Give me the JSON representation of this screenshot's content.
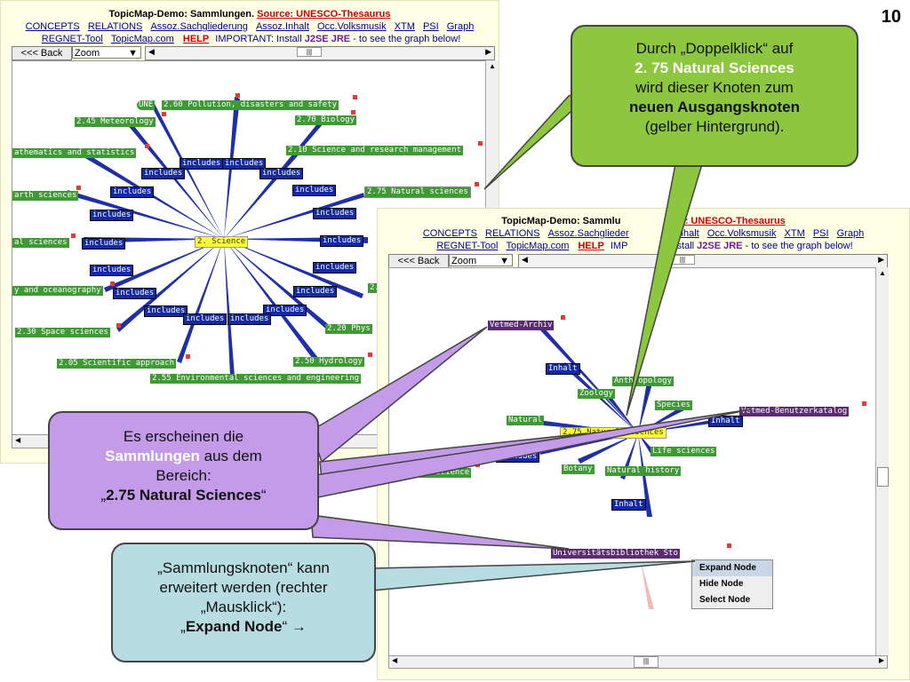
{
  "slide_number": "10",
  "header": {
    "title": "TopicMap-Demo: Sammlungen.",
    "source": "Source: UNESCO-Thesaurus",
    "nav": [
      "CONCEPTS",
      "RELATIONS",
      "Assoz.Sachgliederung",
      "Assoz.Inhalt",
      "Occ.Volksmusik",
      "XTM",
      "PSI",
      "Graph"
    ],
    "line2_links": [
      "REGNET-Tool",
      "TopicMap.com"
    ],
    "help": "HELP",
    "important": "IMPORTANT: Install",
    "j2se": "J2SE JRE",
    "important_tail": "- to see the graph below!"
  },
  "front_header": {
    "title": "TopicMap-Demo: Sammlu",
    "source": "ce: UNESCO-Thesaurus",
    "nav_left": [
      "CONCEPTS",
      "RELATIONS",
      "Assoz.Sachglieder"
    ],
    "nav_right": [
      "Inhalt",
      "Occ.Volksmusik",
      "XTM",
      "PSI",
      "Graph"
    ],
    "imp_left": "IMP",
    "imp_right": "Install",
    "j2se": "J2SE JRE",
    "imp_tail": "- to see the graph below!"
  },
  "toolbar": {
    "back_label": "<<< Back",
    "zoom_label": "Zoom",
    "scroll_grip": "|||"
  },
  "back_graph": {
    "center": "2. Science",
    "relation": "includes",
    "nodes": [
      "UNE",
      "2.60 Pollution, disasters and safety",
      "2.45 Meteorology",
      "2.70 Biology",
      "athematics and statistics",
      "2.10 Science and research management",
      "arth sciences",
      "2.75 Natural sciences",
      "al sciences",
      "y and oceanography",
      "2.30 Space sciences",
      "2.20 Phys",
      "2.05 Scientific approach",
      "2.50 Hydrology",
      "2.55 Environmental sciences and engineering",
      "2."
    ]
  },
  "front_graph": {
    "center": "2.75 Natural sciences",
    "nodes": {
      "vetmed_archiv": "Vetmed-Archiv",
      "inhalt1": "Inhalt",
      "zoology": "Zoology",
      "anthropology": "Anthropology",
      "species": "Species",
      "natural_partial": "Natural",
      "vetmed_benutzer": "Vetmed-Benutzerkatalog",
      "inhalt2": "Inhalt",
      "life_sciences": "Life sciences",
      "includes": "includes",
      "science": "2. Science",
      "botany": "Botany",
      "natural_history": "Natural history",
      "inhalt3": "Inhalt",
      "unibib": "Universitätsbibliothek Sto"
    }
  },
  "context_menu": {
    "items": [
      "Expand Node",
      "Hide Node",
      "Select Node"
    ]
  },
  "callouts": {
    "green": {
      "l1": "Durch „Doppelklick“ auf",
      "l2": "2. 75 Natural Sciences",
      "l3": "wird dieser Knoten zum",
      "l4": "neuen Ausgangsknoten",
      "l5": "(gelber Hintergrund)."
    },
    "purple": {
      "l1": "Es erscheinen die",
      "l2a": "Sammlungen",
      "l2b": " aus dem",
      "l3": "Bereich:",
      "l4a": "„",
      "l4b": "2.75 Natural Sciences",
      "l4c": "“"
    },
    "blue": {
      "l1": "„Sammlungsknoten“ kann",
      "l2": "erweitert werden (rechter",
      "l3": "„Mausklick“):",
      "l4a": "„",
      "l4b": "Expand Node",
      "l4c": "“ →"
    }
  },
  "colors": {
    "callout_green": "#8dc63f",
    "callout_purple": "#c49be8",
    "callout_blue": "#b7dde3",
    "node_green": "#3f9a35",
    "node_blue": "#1429a8",
    "node_purple": "#5c2c72"
  }
}
